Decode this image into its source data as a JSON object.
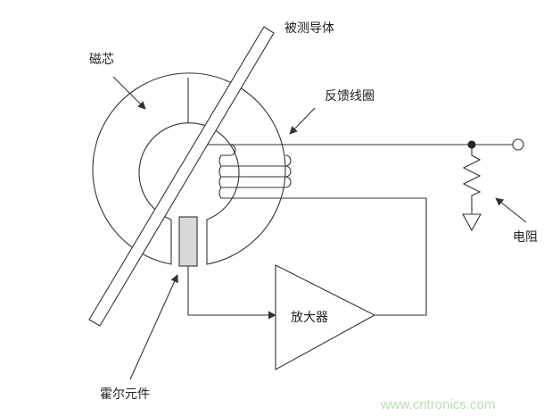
{
  "labels": {
    "conductor": "被测导体",
    "core": "磁芯",
    "feedback_coil": "反馈线圈",
    "resistor": "电阻",
    "hall_element": "霍尔元件",
    "amplifier": "放大器"
  },
  "watermark": "www.cntronics.com",
  "colors": {
    "line": "#333333",
    "hall_fill": "#d8d8d8",
    "watermark": "#b8e0b0",
    "text": "#222222"
  }
}
